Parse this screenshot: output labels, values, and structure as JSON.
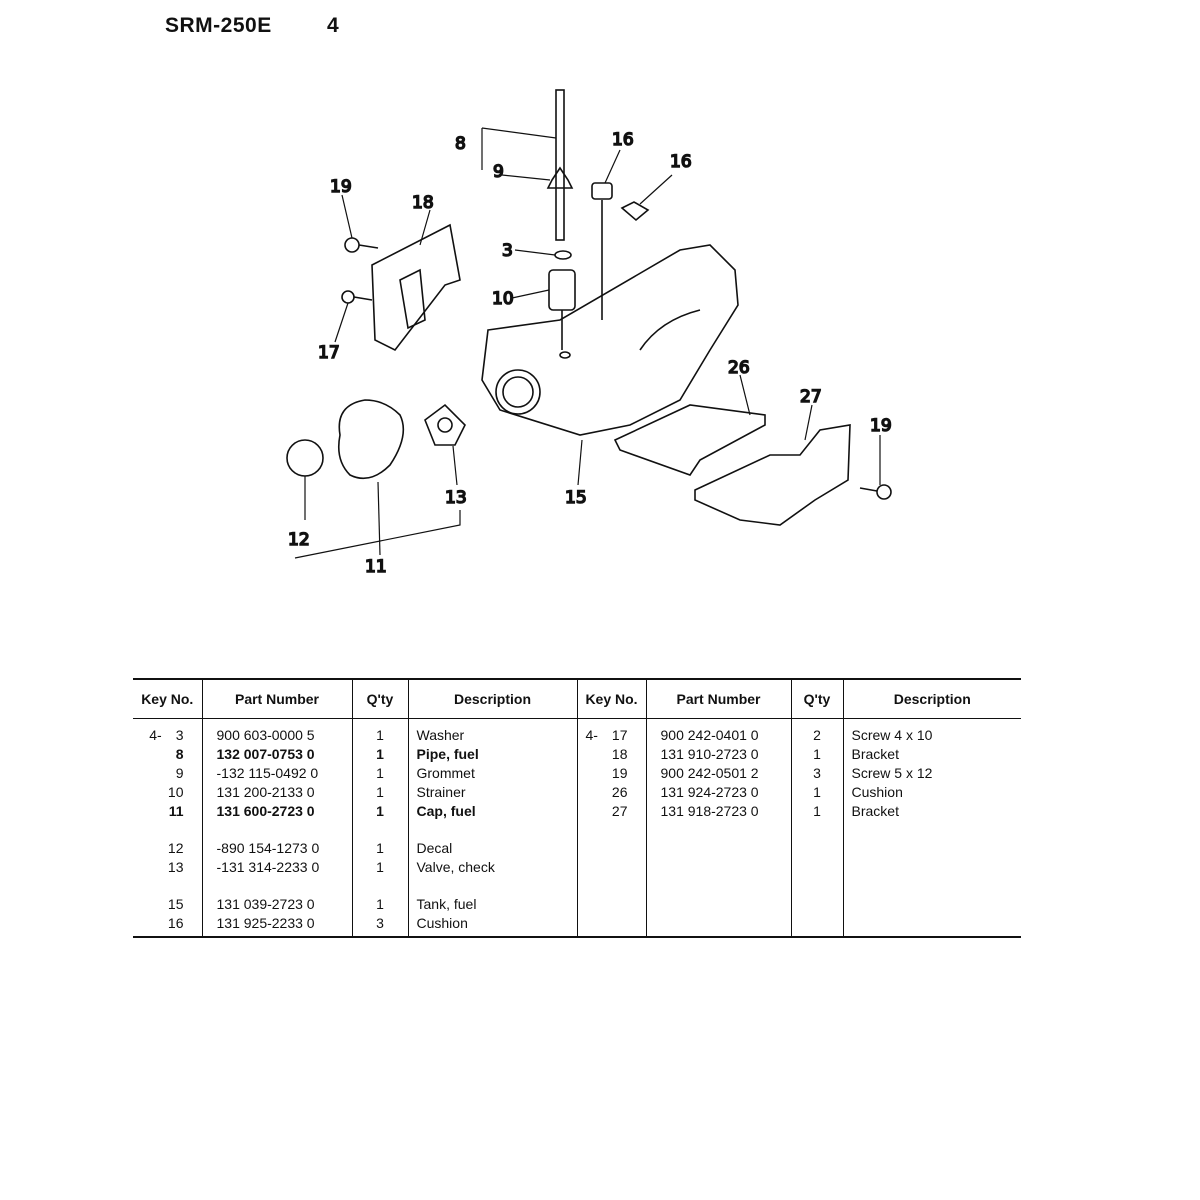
{
  "header": {
    "model": "SRM-250E",
    "page_number": "4"
  },
  "diagram": {
    "callouts": [
      "8",
      "9",
      "16",
      "16",
      "19",
      "18",
      "3",
      "10",
      "17",
      "26",
      "27",
      "19",
      "12",
      "11",
      "13",
      "15"
    ]
  },
  "table": {
    "columns": [
      "Key No.",
      "Part Number",
      "Q'ty",
      "Description",
      "Key No.",
      "Part Number",
      "Q'ty",
      "Description"
    ],
    "left_rows": [
      {
        "prefix": "4-",
        "key": "3",
        "part": "900 603-0000 5",
        "qty": "1",
        "desc": "Washer",
        "bold": false
      },
      {
        "prefix": "",
        "key": "8",
        "part": "132 007-0753 0",
        "qty": "1",
        "desc": "Pipe, fuel",
        "bold": true
      },
      {
        "prefix": "",
        "key": "9",
        "part": "-132 115-0492 0",
        "qty": "1",
        "desc": "Grommet",
        "bold": false,
        "indent": true
      },
      {
        "prefix": "",
        "key": "10",
        "part": "131 200-2133 0",
        "qty": "1",
        "desc": "Strainer",
        "bold": false
      },
      {
        "prefix": "",
        "key": "11",
        "part": "131 600-2723 0",
        "qty": "1",
        "desc": "Cap, fuel",
        "bold": true
      },
      {
        "gap": true
      },
      {
        "prefix": "",
        "key": "12",
        "part": "-890 154-1273 0",
        "qty": "1",
        "desc": "Decal",
        "bold": false,
        "indent": true
      },
      {
        "prefix": "",
        "key": "13",
        "part": "-131 314-2233 0",
        "qty": "1",
        "desc": "Valve, check",
        "bold": false,
        "indent": true
      },
      {
        "gap": true
      },
      {
        "prefix": "",
        "key": "15",
        "part": "131 039-2723 0",
        "qty": "1",
        "desc": "Tank, fuel",
        "bold": false
      },
      {
        "prefix": "",
        "key": "16",
        "part": "131 925-2233 0",
        "qty": "3",
        "desc": "Cushion",
        "bold": false
      }
    ],
    "right_rows": [
      {
        "prefix": "4-",
        "key": "17",
        "part": "900 242-0401 0",
        "qty": "2",
        "desc": "Screw 4 x 10"
      },
      {
        "prefix": "",
        "key": "18",
        "part": "131 910-2723 0",
        "qty": "1",
        "desc": "Bracket"
      },
      {
        "prefix": "",
        "key": "19",
        "part": "900 242-0501 2",
        "qty": "3",
        "desc": "Screw 5 x 12"
      },
      {
        "prefix": "",
        "key": "26",
        "part": "131 924-2723 0",
        "qty": "1",
        "desc": "Cushion"
      },
      {
        "prefix": "",
        "key": "27",
        "part": "131 918-2723 0",
        "qty": "1",
        "desc": "Bracket"
      }
    ]
  }
}
